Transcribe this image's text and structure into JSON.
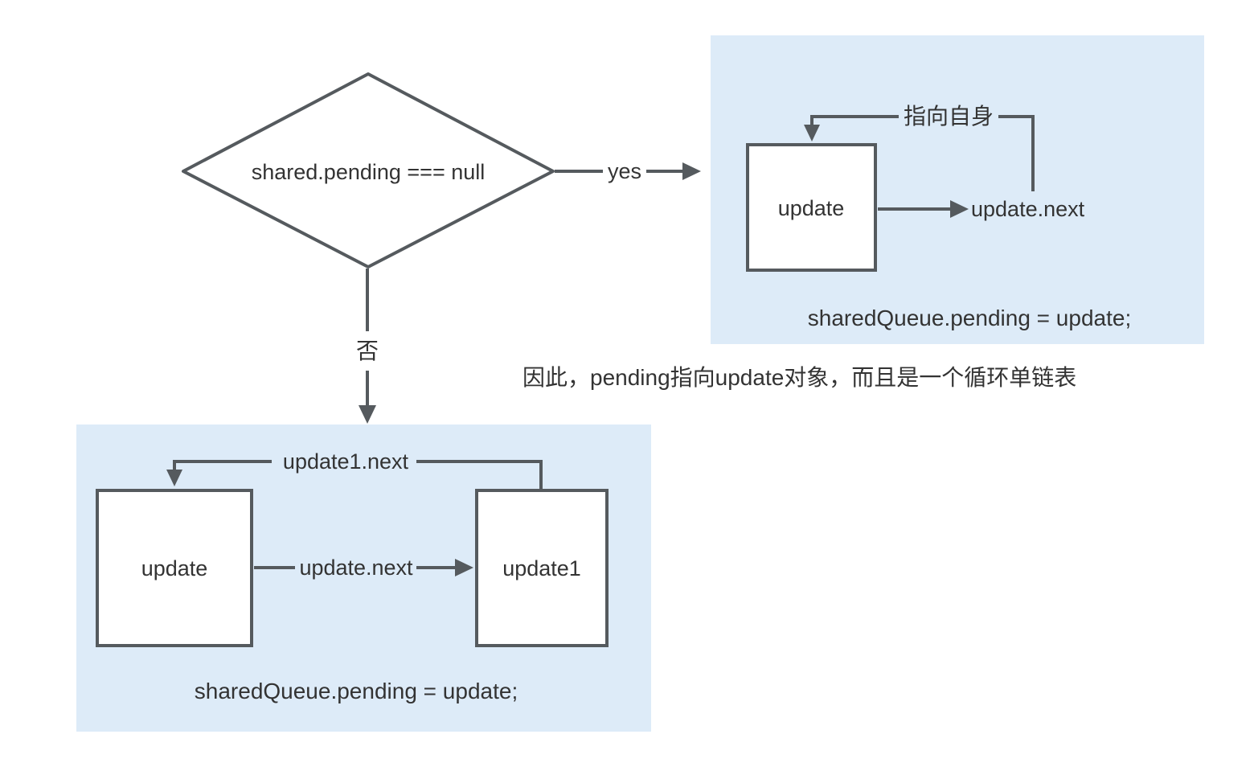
{
  "colors": {
    "line": "#555a5e",
    "text": "#333333",
    "panel": "#ddebf8",
    "box": "#ffffff"
  },
  "decision": {
    "label": "shared.pending === null"
  },
  "edges": {
    "yes_label": "yes",
    "no_label": "否"
  },
  "note": "因此，pending指向update对象，而且是一个循环单链表",
  "yes_branch": {
    "box_label": "update",
    "self_pointer_label": "指向自身",
    "next_label": "update.next",
    "caption": "sharedQueue.pending = update;"
  },
  "no_branch": {
    "box1_label": "update",
    "box2_label": "update1",
    "next_label": "update.next",
    "loop_label": "update1.next",
    "caption": "sharedQueue.pending = update;"
  }
}
